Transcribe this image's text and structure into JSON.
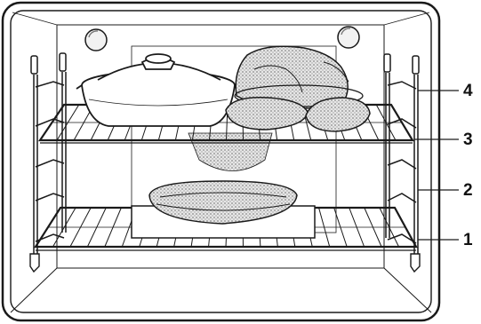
{
  "callouts": {
    "position_1": "1",
    "position_2": "2",
    "position_3": "3",
    "position_4": "4"
  },
  "colors": {
    "line": "#1a1a1a",
    "stipple": "#b8b8b8",
    "background": "#ffffff"
  }
}
